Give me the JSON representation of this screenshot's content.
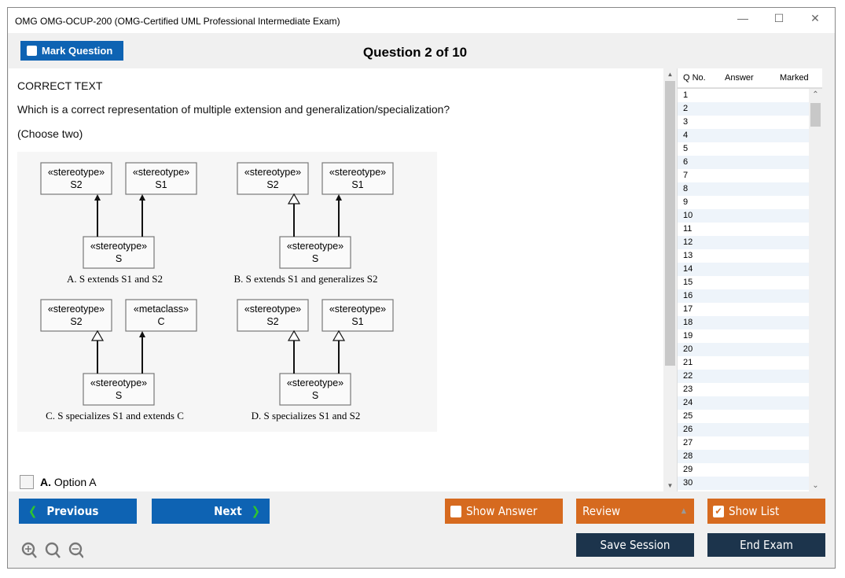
{
  "window": {
    "title": "OMG OMG-OCUP-200 (OMG-Certified UML Professional Intermediate Exam)",
    "minimize": "—",
    "maximize": "☐",
    "close": "✕"
  },
  "header": {
    "mark_label": "Mark Question",
    "question_counter": "Question 2 of 10"
  },
  "question": {
    "type": "CORRECT TEXT",
    "text": "Which is a correct representation of multiple extension and generalization/specialization?",
    "instruction": "(Choose two)"
  },
  "diagram": {
    "panels": [
      {
        "left": {
          "st": "«stereotype»",
          "name": "S2"
        },
        "right": {
          "st": "«stereotype»",
          "name": "S1"
        },
        "bottom": {
          "st": "«stereotype»",
          "name": "S"
        },
        "caption": "A.  S extends S1 and S2",
        "left_arrow": "extension",
        "right_arrow": "extension"
      },
      {
        "left": {
          "st": "«stereotype»",
          "name": "S2"
        },
        "right": {
          "st": "«stereotype»",
          "name": "S1"
        },
        "bottom": {
          "st": "«stereotype»",
          "name": "S"
        },
        "caption": "B.  S extends S1 and generalizes S2",
        "left_arrow": "generalization",
        "right_arrow": "extension"
      },
      {
        "left": {
          "st": "«stereotype»",
          "name": "S2"
        },
        "right": {
          "st": "«metaclass»",
          "name": "C"
        },
        "bottom": {
          "st": "«stereotype»",
          "name": "S"
        },
        "caption": "C.  S specializes S1 and extends C",
        "left_arrow": "generalization",
        "right_arrow": "extension"
      },
      {
        "left": {
          "st": "«stereotype»",
          "name": "S2"
        },
        "right": {
          "st": "«stereotype»",
          "name": "S1"
        },
        "bottom": {
          "st": "«stereotype»",
          "name": "S"
        },
        "caption": "D.  S specializes S1 and S2",
        "left_arrow": "generalization",
        "right_arrow": "generalization"
      }
    ]
  },
  "options": [
    {
      "letter": "A.",
      "label": "Option A",
      "checked": false
    }
  ],
  "question_list": {
    "headers": [
      "Q No.",
      "Answer",
      "Marked"
    ],
    "rows": [
      "1",
      "2",
      "3",
      "4",
      "5",
      "6",
      "7",
      "8",
      "9",
      "10",
      "11",
      "12",
      "13",
      "14",
      "15",
      "16",
      "17",
      "18",
      "19",
      "20",
      "21",
      "22",
      "23",
      "24",
      "25",
      "26",
      "27",
      "28",
      "29",
      "30"
    ]
  },
  "footer": {
    "previous": "Previous",
    "next": "Next",
    "show_answer": "Show Answer",
    "review": "Review",
    "show_list": "Show List",
    "save_session": "Save Session",
    "end_exam": "End Exam",
    "show_answer_checked": false,
    "show_list_checked": true
  },
  "colors": {
    "blue": "#0e63b3",
    "orange": "#d66a1f",
    "dark": "#1c344c",
    "chevron": "#2fc42f"
  }
}
